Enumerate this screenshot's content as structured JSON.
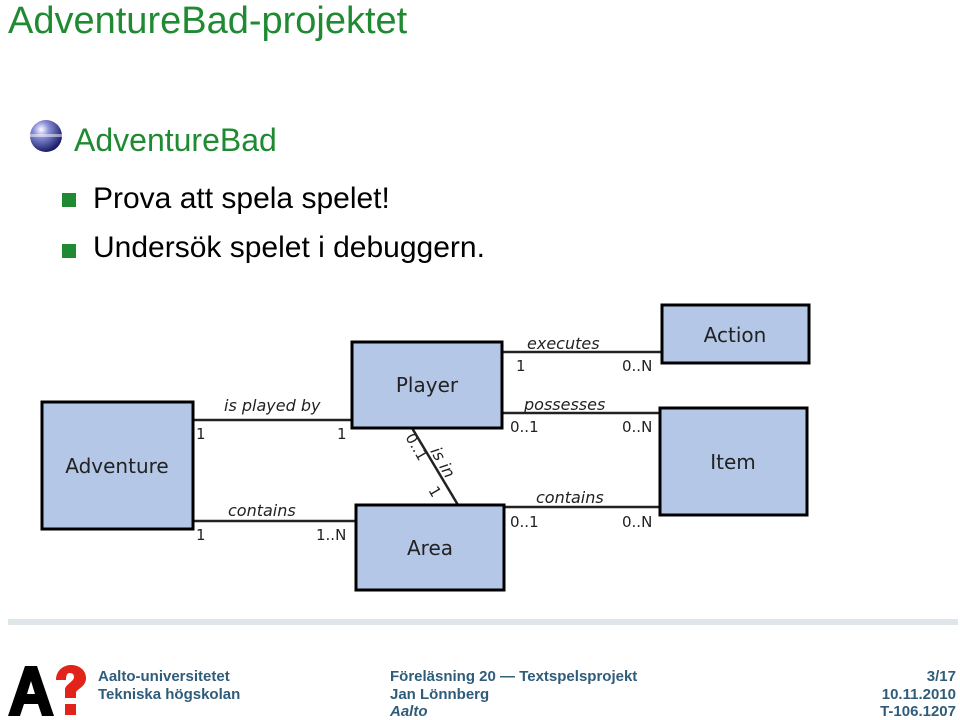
{
  "slide": {
    "title": "AdventureBad-projektet",
    "section_heading": "AdventureBad",
    "bullets": [
      "Prova att spela spelet!",
      "Undersök spelet i debuggern."
    ]
  },
  "diagram": {
    "entities": {
      "adventure": "Adventure",
      "player": "Player",
      "area": "Area",
      "action": "Action",
      "item": "Item"
    },
    "relations": {
      "is_played_by": {
        "label": "is played by",
        "left": "1",
        "right": "1"
      },
      "contains_area": {
        "label": "contains",
        "left": "1",
        "right": "1..N"
      },
      "executes": {
        "label": "executes",
        "left": "1",
        "right": "0..N"
      },
      "possesses": {
        "label": "possesses",
        "left": "0..1",
        "right": "0..N"
      },
      "contains_item": {
        "label": "contains",
        "left": "0..1",
        "right": "0..N"
      },
      "is_in": {
        "label": "is in",
        "top": "0..1",
        "bottom": "1"
      }
    },
    "colors": {
      "box_fill": "#b4c7e7",
      "box_border": "#000000"
    }
  },
  "footer": {
    "university": "Aalto-universitetet",
    "school": "Tekniska högskolan",
    "lecture": "Föreläsning 20 — Textspelsprojekt",
    "author": "Jan Lönnberg",
    "org": "Aalto",
    "page": "3/17",
    "date": "10.11.2010",
    "course": "T-106.1207"
  },
  "colors": {
    "accent": "#1f8a32",
    "footer_blue": "#2f5c7a",
    "logo_red": "#e2231a"
  }
}
